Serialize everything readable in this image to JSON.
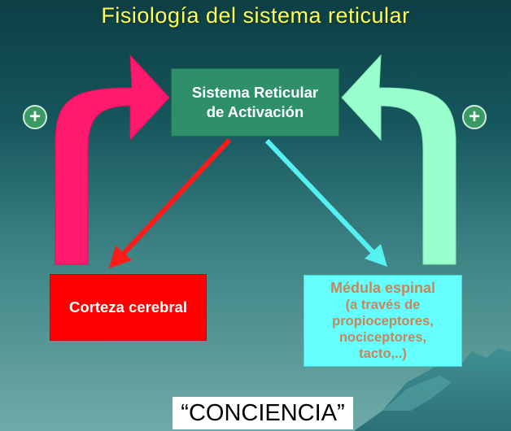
{
  "title": "Fisiología del sistema reticular",
  "center_box": {
    "line1": "Sistema Reticular",
    "line2": "de Activación"
  },
  "left_box": {
    "label": "Corteza cerebral"
  },
  "right_box": {
    "line1": "Médula espinal",
    "line2": "(a través de",
    "line3": "propioceptores,",
    "line4": "nociceptores,",
    "line5": "tacto,..)"
  },
  "plus_left": "+",
  "plus_right": "+",
  "bottom_label": "“CONCIENCIA”",
  "colors": {
    "title": "#ffff55",
    "left_curved_arrow": "#ff1a6e",
    "right_curved_arrow": "#99ffcc",
    "red_arrow": "#ff1a1a",
    "cyan_arrow": "#55f0f0",
    "center_box": "#2f8f6b",
    "left_box": "#ff0000",
    "right_box": "#66ffff"
  }
}
